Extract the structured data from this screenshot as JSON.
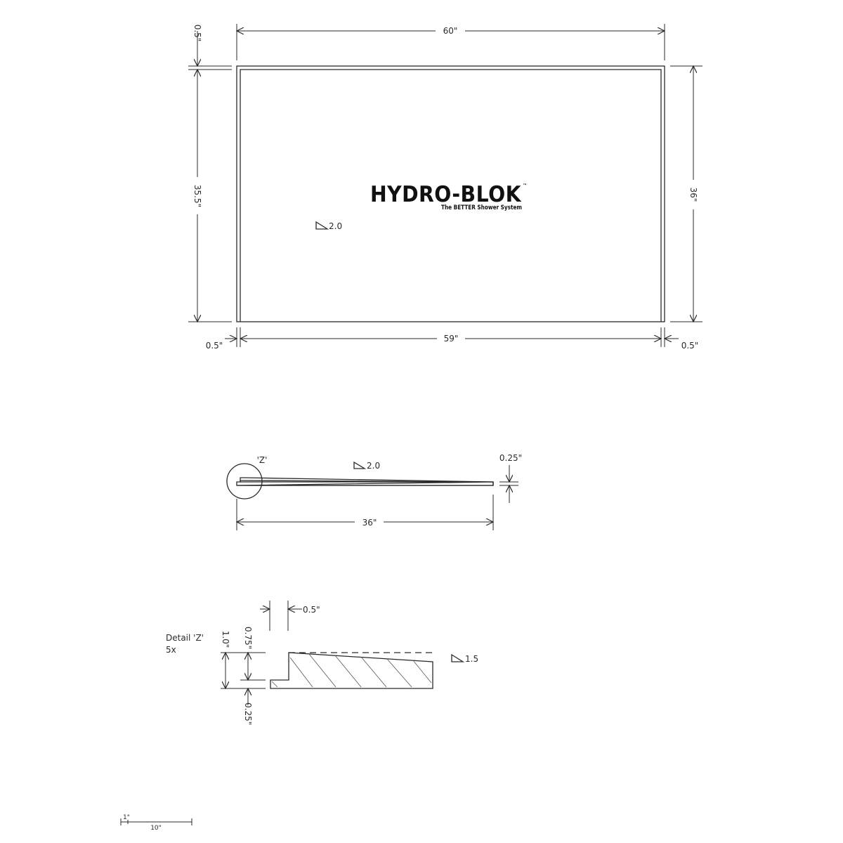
{
  "logo": {
    "brand": "HYDRO-BLOK",
    "trademark": "™",
    "tagline": "The BETTER Shower System"
  },
  "plan_view": {
    "dimensions": {
      "top_width": "60\"",
      "bottom_width": "59\"",
      "left_height": "35.5\"",
      "right_height": "36\"",
      "top_left_offset": "0.5\"",
      "bottom_left_offset": "0.5\"",
      "bottom_right_offset": "0.5\""
    },
    "slope_label": "2.0"
  },
  "section_view": {
    "detail_marker": "'Z'",
    "slope_label": "2.0",
    "thickness": "0.25\"",
    "length": "36\""
  },
  "detail_z": {
    "title": "Detail 'Z'",
    "scale": "5x",
    "lip_width": "0.5\"",
    "total_height": "1.0\"",
    "upper_height": "0.75\"",
    "lower_height": "0.25\"",
    "slope_label": "1.5"
  },
  "scale_bar": {
    "small_label": "1\"",
    "large_label": "10\""
  }
}
